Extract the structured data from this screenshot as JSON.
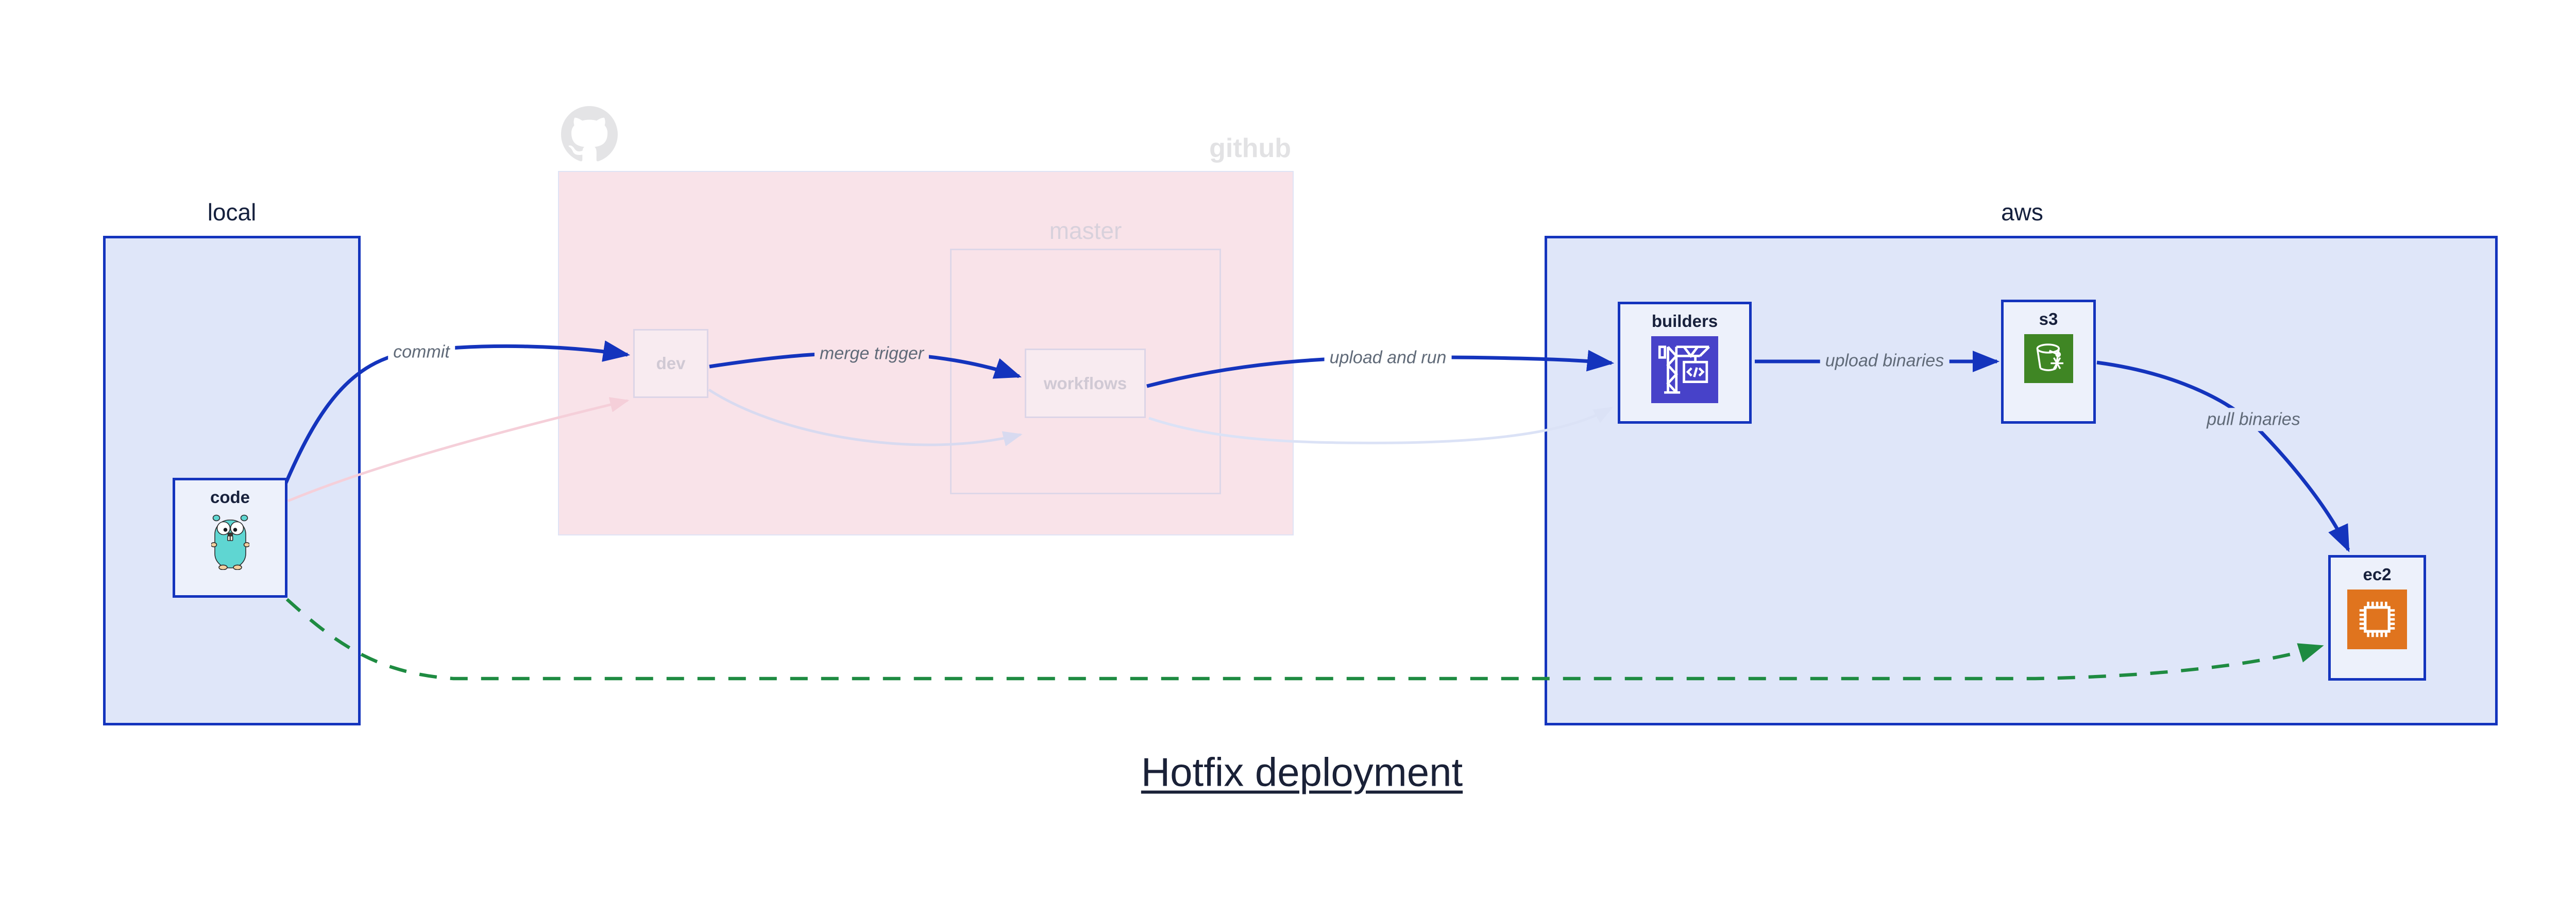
{
  "title": "Hotfix deployment",
  "containers": {
    "local": {
      "label": "local"
    },
    "github": {
      "label": "github",
      "master_label": "master"
    },
    "aws": {
      "label": "aws"
    }
  },
  "nodes": {
    "code": {
      "label": "code",
      "icon": "go-gopher-icon"
    },
    "dev": {
      "label": "dev"
    },
    "workflows": {
      "label": "workflows"
    },
    "builders": {
      "label": "builders",
      "icon": "aws-codebuild-icon"
    },
    "s3": {
      "label": "s3",
      "icon": "aws-s3-glacier-icon"
    },
    "ec2": {
      "label": "ec2",
      "icon": "aws-ec2-chip-icon"
    }
  },
  "edges": {
    "commit": {
      "label": "commit"
    },
    "merge_trigger": {
      "label": "merge trigger"
    },
    "upload_and_run": {
      "label": "upload and run"
    },
    "upload_binaries": {
      "label": "upload binaries"
    },
    "pull_binaries": {
      "label": "pull binaries"
    }
  },
  "colors": {
    "accent_blue": "#1434bd",
    "container_fill": "#dfe6f9",
    "node_fill": "#edf1fb",
    "github_fill": "#f9e3e9",
    "faded_pink_edge": "#f5cfd9",
    "faded_lavender_edge": "#d8daf0",
    "faded_blue_edge": "#dbe2f6",
    "green_dashed_edge": "#1e8b41",
    "codebuild_indigo": "#4742c9",
    "s3_glacier_green": "#3f8624",
    "ec2_orange": "#e0741e",
    "gopher_teal": "#5fd6d2",
    "watermark_gray": "#e4e4e6"
  }
}
